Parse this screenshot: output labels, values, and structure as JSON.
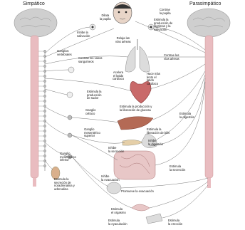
{
  "headers": {
    "sympathetic": "Simpático",
    "parasympathetic": "Parasimpático"
  },
  "labels": {
    "dilate_pupil": "Dilata\nla pupila",
    "contract_pupil": "Contrae\nla pupila",
    "inhibit_saliva": "Inhibe la\nsalivación",
    "stim_tears": "Estimula la\nproducción de\nlágrimas y la\nsalivación",
    "relax_airways": "Relaja las\nvías aéreas",
    "ganglia_vert": "Ganglios\nvertebrales",
    "contract_vessels": "Contrae los vasos\nsanguíneos",
    "contract_airways": "Contrae las\nvías aéreas",
    "accel_heart": "Acelera\nel latido\ncardíaco",
    "slow_heart": "Hace más\nlento el\nlatido\ncardíaco",
    "stim_sweat": "Estimula la\nproducción\nde sudor",
    "celiac_ganglion": "Ganglio\ncelíaco",
    "stim_glucose": "Estimula la producción y\nla liberación de glucosa",
    "stim_digestion_r": "Estimula\nla digestión",
    "sup_mes_ganglion": "Ganglio\nmesentérico\nsuperior",
    "stim_bile": "Estimula la\nliberación de bilis",
    "inhibit_digestion": "Inhibe\nla digestión",
    "inhibit_secretion": "Inhibe\nla secreción",
    "inf_mes_ganglion": "Ganglio\nmesentérico\ninferior",
    "stim_secretion": "Estimula\nla secreción",
    "inhibit_evacuation": "Inhibe\nla evacuación",
    "stim_noradrenaline": "Estimula la\nsecreción de\nnoradrenalina y\nadrenalina",
    "promote_evacuation": "Promueve la evacuación",
    "stim_orgasm": "Estimula\nel orgasmo",
    "stim_ejaculation": "Estimula\nla eyaculación",
    "stim_erection": "Estimula\nla erección"
  },
  "colors": {
    "brain": "#cfcfcf",
    "cord": "#e9bcc0",
    "organ": "#dcdcdc",
    "heart": "#c96a6a",
    "nerve": "#777777"
  }
}
